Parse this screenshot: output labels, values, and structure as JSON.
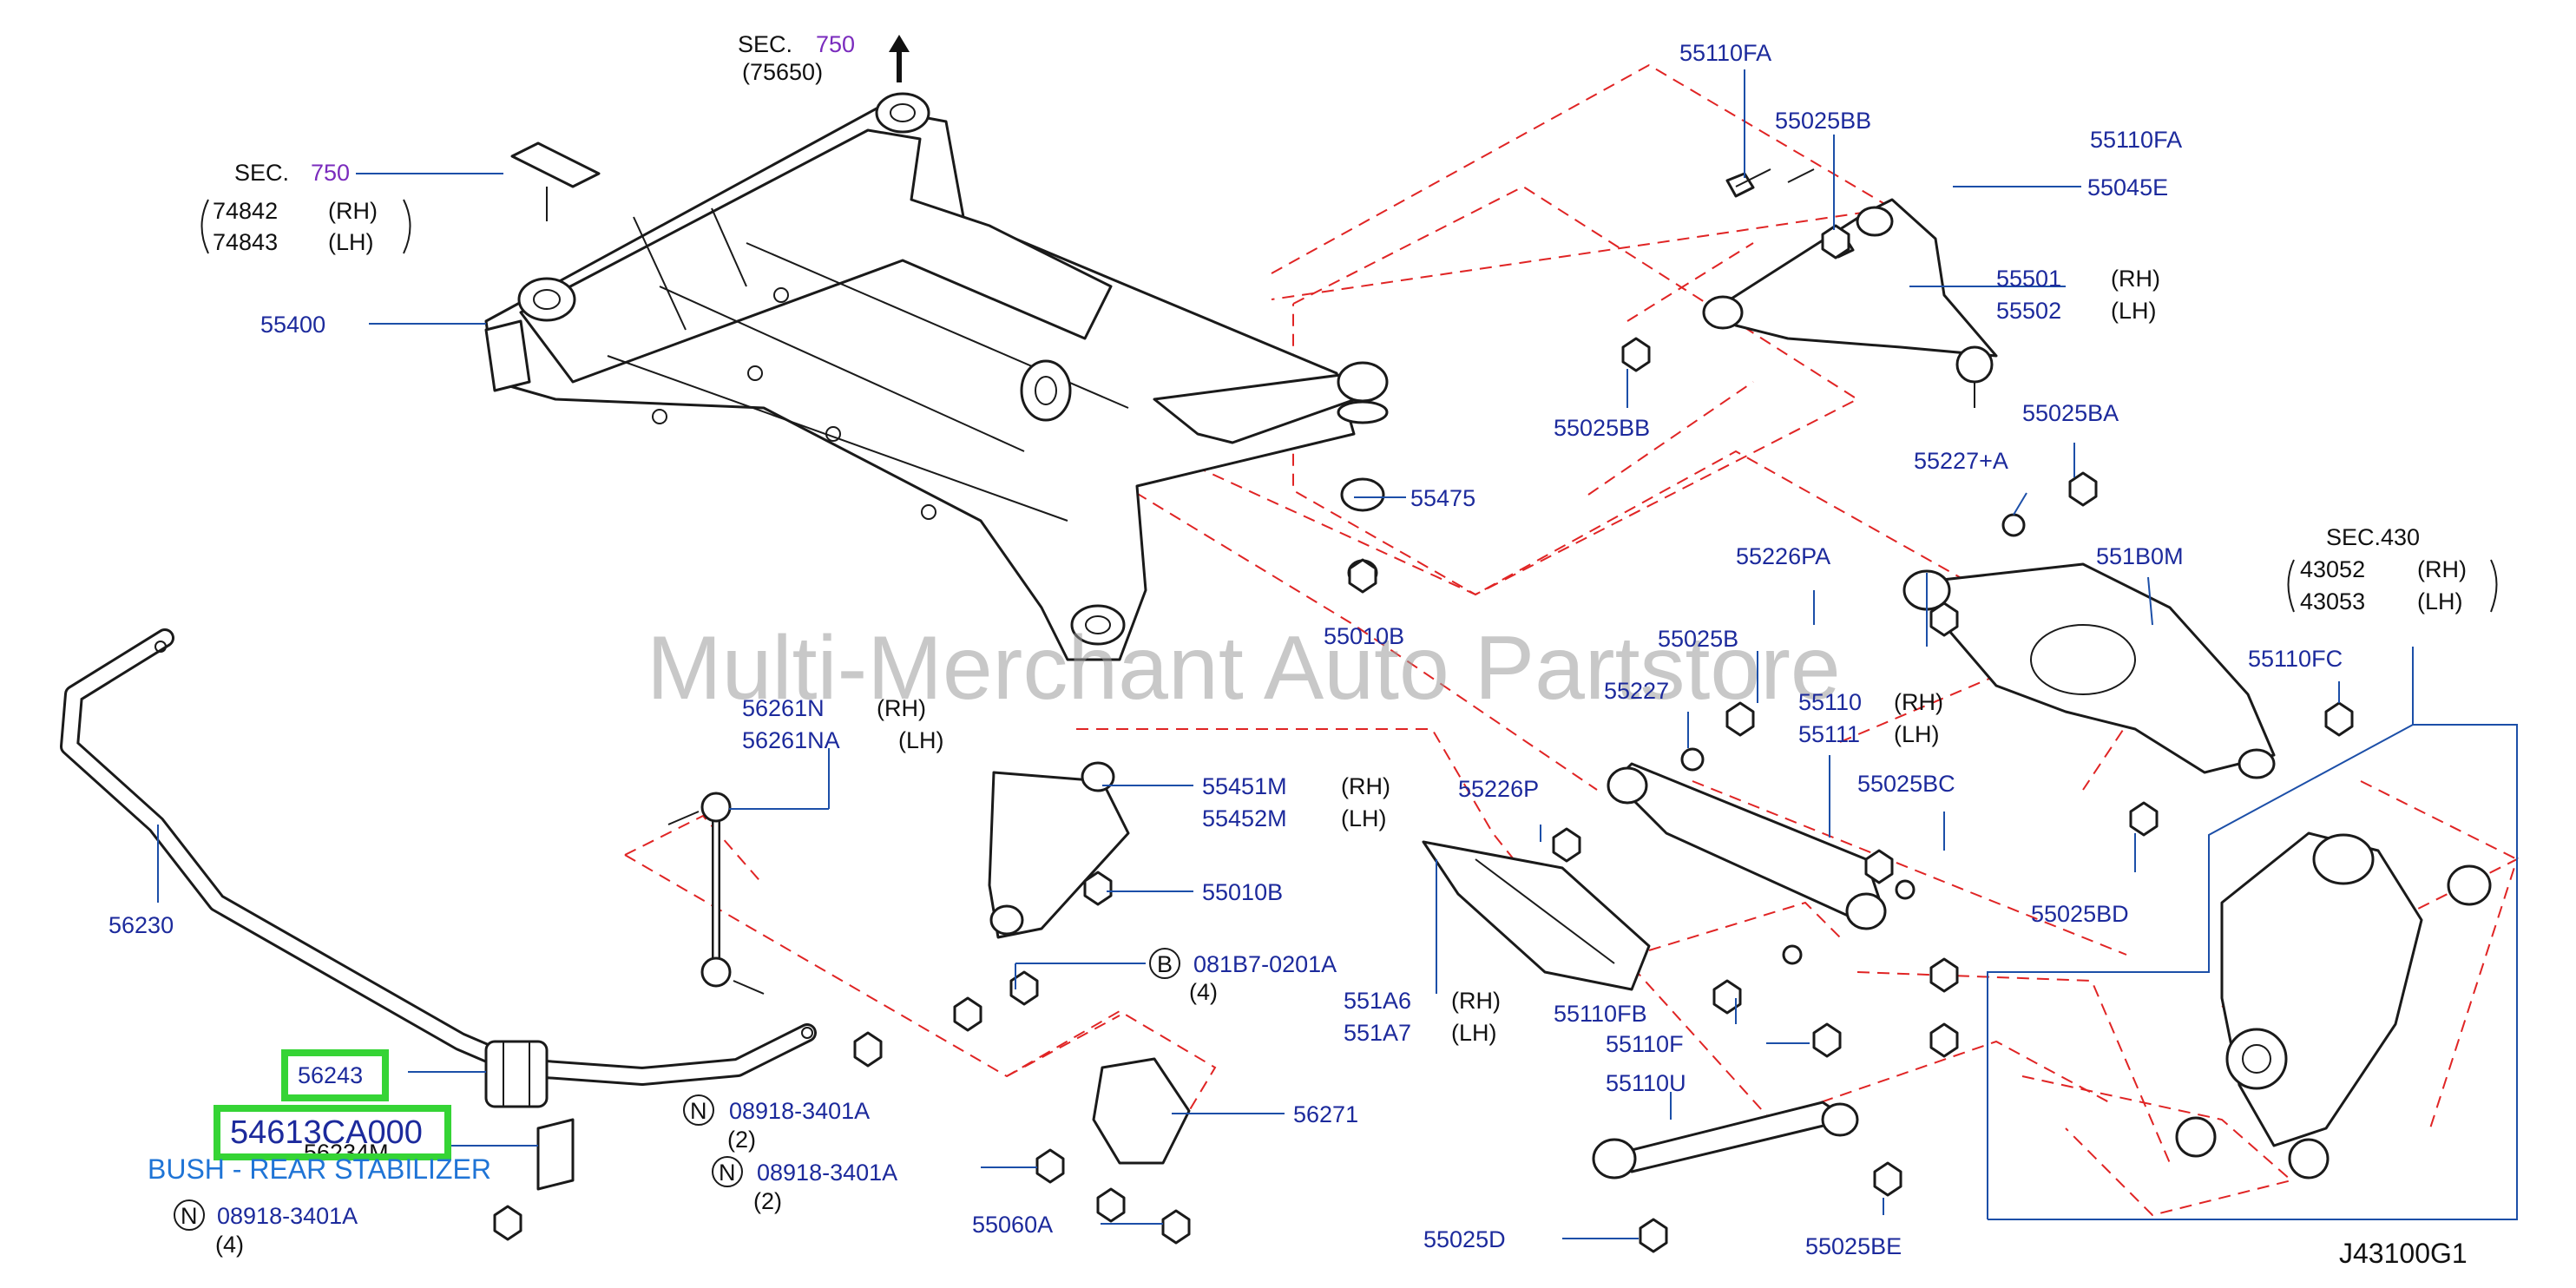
{
  "watermark": "Multi-Merchant Auto Partstore",
  "diagram_code": "J43100G1",
  "sections": {
    "top_sec_label": "SEC.",
    "top_sec_num": "750",
    "top_sec_sub": "(75650)",
    "left_sec_label": "SEC.",
    "left_sec_num": "750",
    "left_sec_p1": "74842",
    "left_sec_p1_side": "(RH)",
    "left_sec_p2": "74843",
    "left_sec_p2_side": "(LH)",
    "right_sec": "SEC.430",
    "right_sec_p1": "43052",
    "right_sec_p1_side": "(RH)",
    "right_sec_p2": "43053",
    "right_sec_p2_side": "(LH)"
  },
  "parts": {
    "p55400": "55400",
    "p55475": "55475",
    "p55010B_a": "55010B",
    "p55010B_b": "55010B",
    "p56261N": "56261N",
    "p56261N_side": "(RH)",
    "p56261NA": "56261NA",
    "p56261NA_side": "(LH)",
    "p56230": "56230",
    "p55451M": "55451M",
    "p55451M_side": "(RH)",
    "p55452M": "55452M",
    "p55452M_side": "(LH)",
    "p081B7": "081B7-0201A",
    "p081B7_qty": "(4)",
    "p081B7_marker": "B",
    "p56243": "56243",
    "p54613": "54613CA000",
    "p54613_desc": "BUSH - REAR STABILIZER",
    "p56234M": "56234M",
    "n1": "08918-3401A",
    "n1_qty": "(2)",
    "n2": "08918-3401A",
    "n2_qty": "(2)",
    "n3": "08918-3401A",
    "n3_qty": "(4)",
    "n_marker": "N",
    "p56271": "56271",
    "p55060A": "55060A",
    "p55110FA_a": "55110FA",
    "p55110FA_b": "55110FA",
    "p55025BB_a": "55025BB",
    "p55025BB_b": "55025BB",
    "p55045E": "55045E",
    "p55501": "55501",
    "p55501_side": "(RH)",
    "p55502": "55502",
    "p55502_side": "(LH)",
    "p55025BA": "55025BA",
    "p55227A": "55227+A",
    "p55226PA": "55226PA",
    "p551B0M": "551B0M",
    "p55025B": "55025B",
    "p55227": "55227",
    "p55110": "55110",
    "p55110_side": "(RH)",
    "p55111": "55111",
    "p55111_side": "(LH)",
    "p55110FC": "55110FC",
    "p55226P": "55226P",
    "p55025BC": "55025BC",
    "p55025BD": "55025BD",
    "p551A6": "551A6",
    "p551A6_side": "(RH)",
    "p551A7": "551A7",
    "p551A7_side": "(LH)",
    "p55110FB": "55110FB",
    "p55110F": "55110F",
    "p55110U": "55110U",
    "p55025D": "55025D",
    "p55025BE": "55025BE"
  },
  "colors": {
    "part_number": "#1c2a9c",
    "section_number": "#7a2bbd",
    "highlight_box": "#35d435",
    "description": "#1f74d6",
    "dashed_line": "#e02424"
  }
}
